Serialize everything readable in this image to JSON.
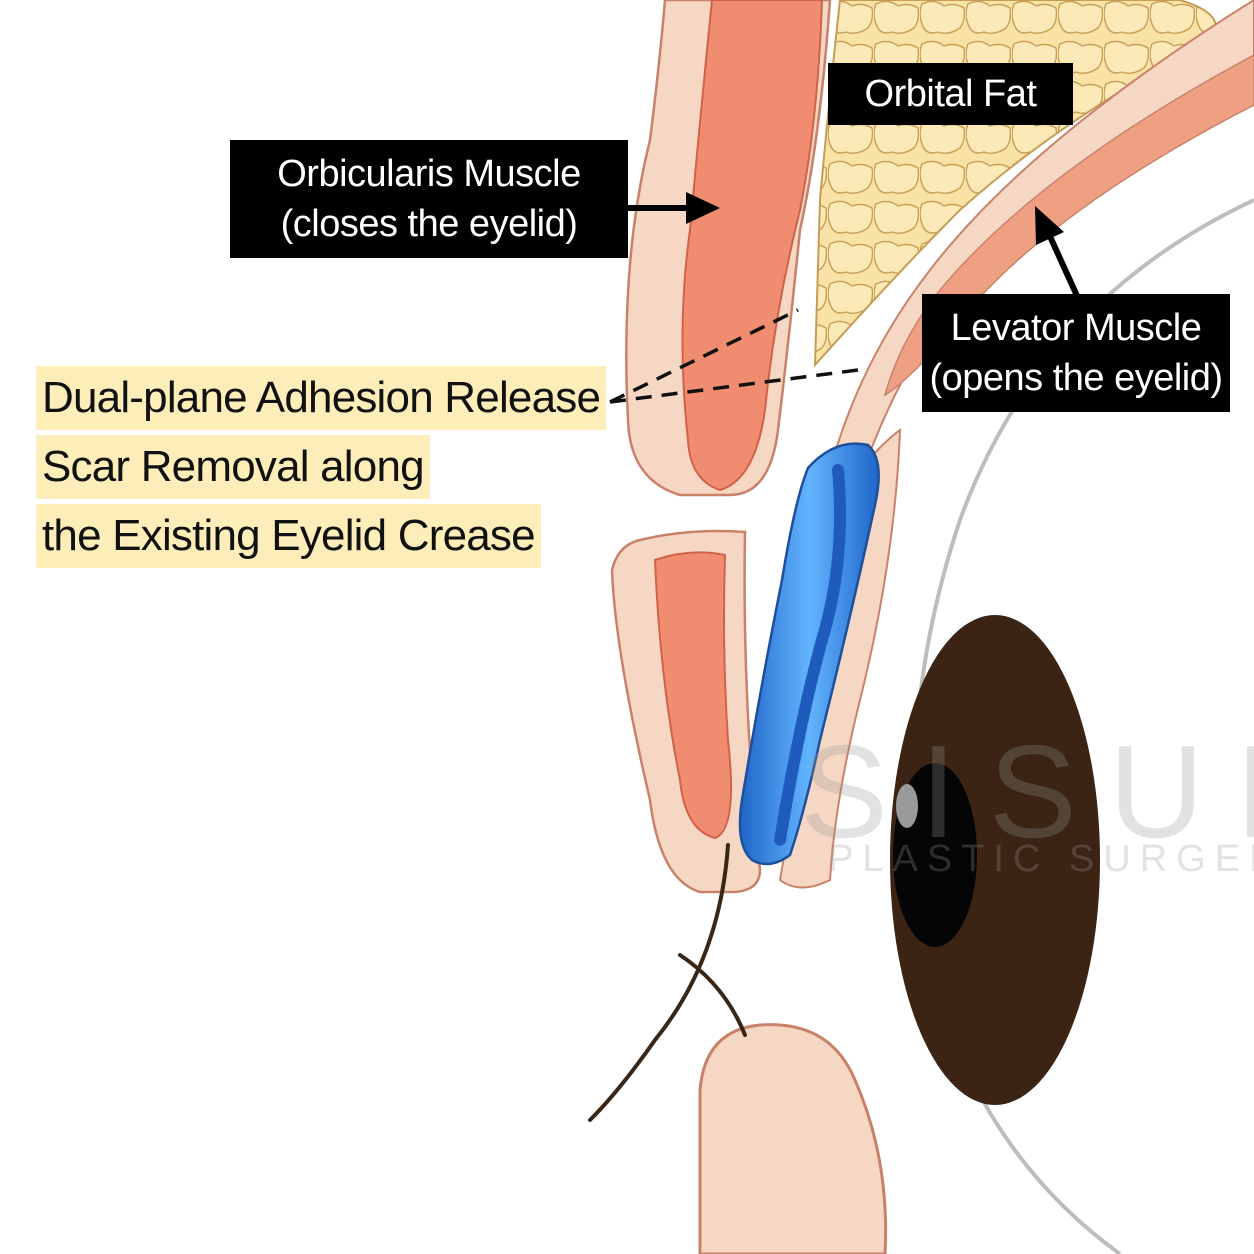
{
  "labels": {
    "orbital_fat": "Orbital Fat",
    "orbicularis": {
      "line1": "Orbicularis Muscle",
      "line2": "(closes the eyelid)"
    },
    "levator": {
      "line1": "Levator Muscle",
      "line2": "(opens the eyelid)"
    },
    "procedure": [
      "Dual-plane Adhesion Release",
      "Scar Removal along",
      "the Existing Eyelid Crease"
    ]
  },
  "watermark": {
    "brand": "SISUN",
    "sub": "PLASTIC SURGERY"
  },
  "colors": {
    "skin": "#f6d7c3",
    "skin_outline": "#c9826a",
    "muscle": "#f08d70",
    "fat": "#f9e2a6",
    "septum": "#f3c3a9",
    "levator": "#f0a082",
    "filler": "#2f7ee0",
    "filler_light": "#8fd0ff",
    "iris": "#3b2414",
    "pupil": "#050505",
    "label_bg": "#000000",
    "highlight_bg": "#fdeeb9"
  }
}
